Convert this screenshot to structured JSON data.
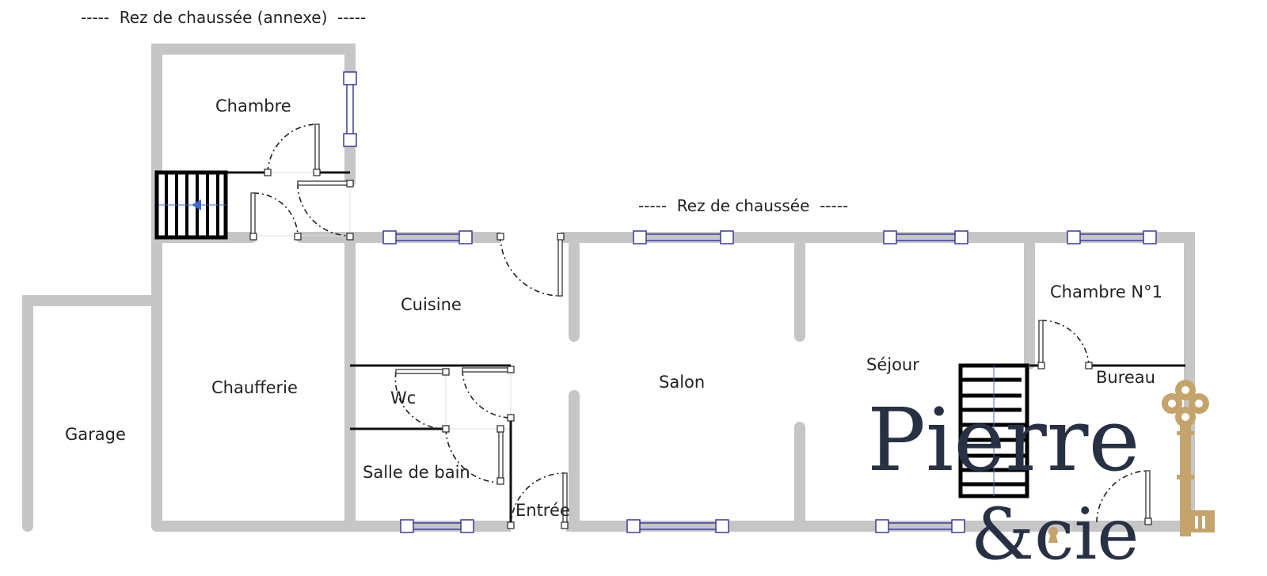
{
  "titles": {
    "annex": "-----  Rez de chaussée (annexe)  -----",
    "main": "-----  Rez de chaussée  -----"
  },
  "rooms": {
    "chambre": "Chambre",
    "chaufferie": "Chaufferie",
    "garage": "Garage",
    "cuisine": "Cuisine",
    "wc": "Wc",
    "salle_de_bain": "Salle de bain",
    "entree": "Entrée",
    "salon": "Salon",
    "sejour": "Séjour",
    "chambre1": "Chambre N°1",
    "bureau": "Bureau"
  },
  "logo": {
    "line1": "Pierre",
    "line2": "&cie"
  },
  "colors": {
    "wall": "#c6c6c6",
    "window": "#3b3b9a",
    "logo_text": "#283044",
    "key": "#c4a46c"
  }
}
